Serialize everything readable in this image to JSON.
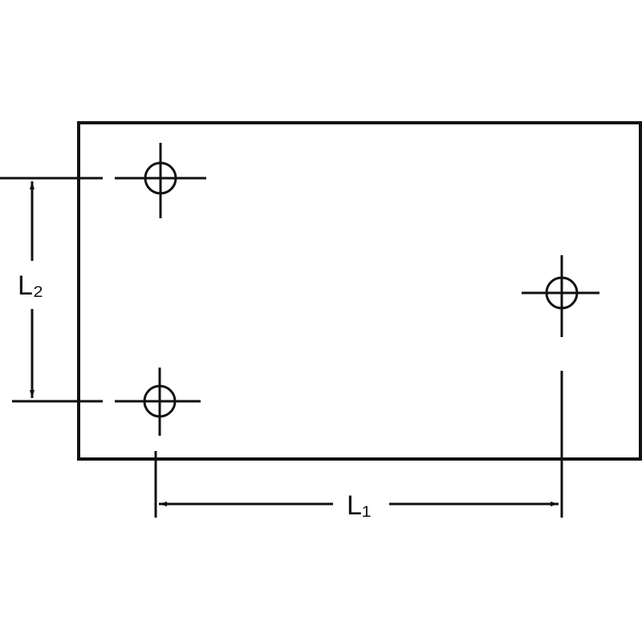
{
  "colors": {
    "ink": "#111111",
    "paper": "#ffffff"
  },
  "dimensions": {
    "horizontal_label": "L₁",
    "vertical_label": "L₂"
  },
  "holes": [
    {
      "name": "top-left-hole"
    },
    {
      "name": "bottom-left-hole"
    },
    {
      "name": "right-hole"
    }
  ]
}
